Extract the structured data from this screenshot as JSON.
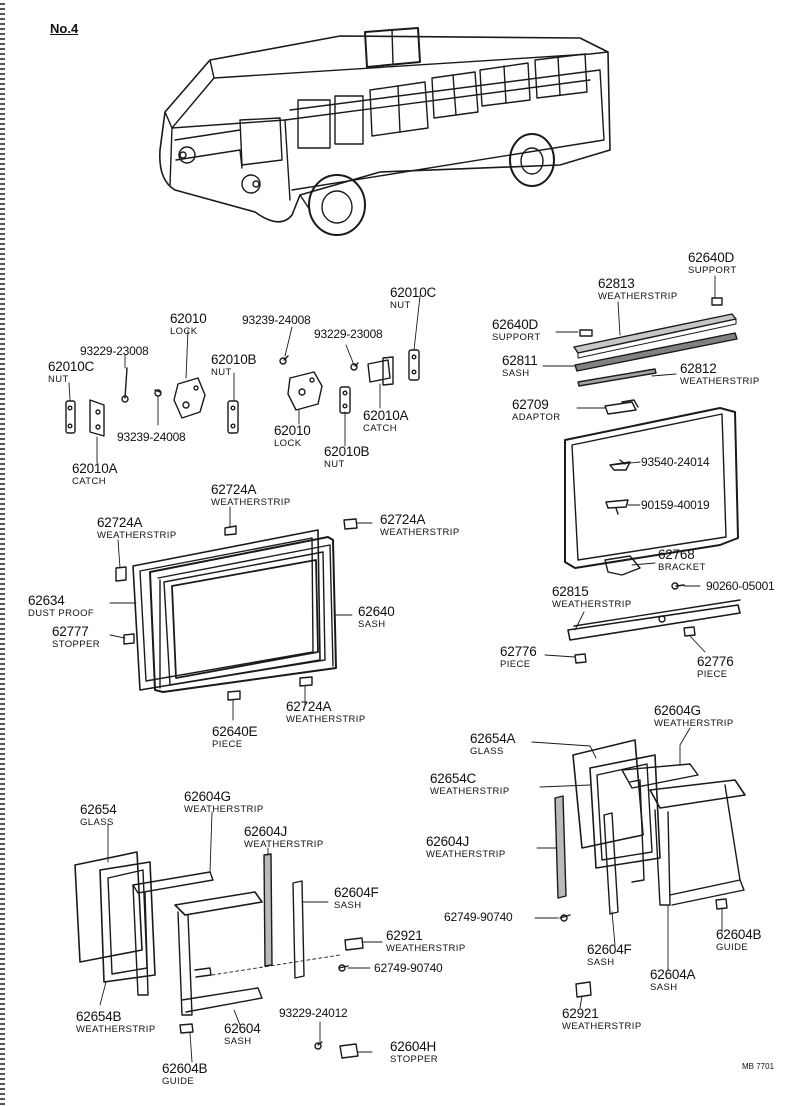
{
  "page": {
    "title": "No.4",
    "code": "MB 7701"
  },
  "parts": [
    {
      "id": "p62640D_r",
      "part": "62640D",
      "name": "SUPPORT"
    },
    {
      "id": "p62813",
      "part": "62813",
      "name": "WEATHERSTRIP"
    },
    {
      "id": "p62640D_l",
      "part": "62640D",
      "name": "SUPPORT"
    },
    {
      "id": "p62811",
      "part": "62811",
      "name": "SASH"
    },
    {
      "id": "p62812",
      "part": "62812",
      "name": "WEATHERSTRIP"
    },
    {
      "id": "p62709",
      "part": "62709",
      "name": "ADAPTOR"
    },
    {
      "id": "p93540",
      "part": "93540-24014",
      "name": ""
    },
    {
      "id": "p90159",
      "part": "90159-40019",
      "name": ""
    },
    {
      "id": "p62768",
      "part": "62768",
      "name": "BRACKET"
    },
    {
      "id": "p90260",
      "part": "90260-05001",
      "name": ""
    },
    {
      "id": "p62815",
      "part": "62815",
      "name": "WEATHERSTRIP"
    },
    {
      "id": "p62776_l",
      "part": "62776",
      "name": "PIECE"
    },
    {
      "id": "p62776_r",
      "part": "62776",
      "name": "PIECE"
    },
    {
      "id": "p62010C_top",
      "part": "62010C",
      "name": "NUT"
    },
    {
      "id": "p62010_l",
      "part": "62010",
      "name": "LOCK"
    },
    {
      "id": "p93239_top",
      "part": "93239-24008",
      "name": ""
    },
    {
      "id": "p93229_r",
      "part": "93229-23008",
      "name": ""
    },
    {
      "id": "p93229_l",
      "part": "93229-23008",
      "name": ""
    },
    {
      "id": "p62010C_l",
      "part": "62010C",
      "name": "NUT"
    },
    {
      "id": "p62010B_l",
      "part": "62010B",
      "name": "NUT"
    },
    {
      "id": "p93239_bot",
      "part": "93239-24008",
      "name": ""
    },
    {
      "id": "p62010_r",
      "part": "62010",
      "name": "LOCK"
    },
    {
      "id": "p62010A_r",
      "part": "62010A",
      "name": "CATCH"
    },
    {
      "id": "p62010B_r",
      "part": "62010B",
      "name": "NUT"
    },
    {
      "id": "p62010A_l",
      "part": "62010A",
      "name": "CATCH"
    },
    {
      "id": "p62724A_t",
      "part": "62724A",
      "name": "WEATHERSTRIP"
    },
    {
      "id": "p62724A_l",
      "part": "62724A",
      "name": "WEATHERSTRIP"
    },
    {
      "id": "p62724A_r",
      "part": "62724A",
      "name": "WEATHERSTRIP"
    },
    {
      "id": "p62634",
      "part": "62634",
      "name": "DUST PROOF"
    },
    {
      "id": "p62640",
      "part": "62640",
      "name": "SASH"
    },
    {
      "id": "p62777",
      "part": "62777",
      "name": "STOPPER"
    },
    {
      "id": "p62640E",
      "part": "62640E",
      "name": "PIECE"
    },
    {
      "id": "p62724A_b",
      "part": "62724A",
      "name": "WEATHERSTRIP"
    },
    {
      "id": "p62604G_r",
      "part": "62604G",
      "name": "WEATHERSTRIP"
    },
    {
      "id": "p62654A",
      "part": "62654A",
      "name": "GLASS"
    },
    {
      "id": "p62654C",
      "part": "62654C",
      "name": "WEATHERSTRIP"
    },
    {
      "id": "p62604J_r",
      "part": "62604J",
      "name": "WEATHERSTRIP"
    },
    {
      "id": "p62749_r",
      "part": "62749-90740",
      "name": ""
    },
    {
      "id": "p62604F_r",
      "part": "62604F",
      "name": "SASH"
    },
    {
      "id": "p62604B_r",
      "part": "62604B",
      "name": "GUIDE"
    },
    {
      "id": "p62604A",
      "part": "62604A",
      "name": "SASH"
    },
    {
      "id": "p62921_r",
      "part": "62921",
      "name": "WEATHERSTRIP"
    },
    {
      "id": "p62654",
      "part": "62654",
      "name": "GLASS"
    },
    {
      "id": "p62604G_l",
      "part": "62604G",
      "name": "WEATHERSTRIP"
    },
    {
      "id": "p62604J_l",
      "part": "62604J",
      "name": "WEATHERSTRIP"
    },
    {
      "id": "p62604F_l",
      "part": "62604F",
      "name": "SASH"
    },
    {
      "id": "p62921_l",
      "part": "62921",
      "name": "WEATHERSTRIP"
    },
    {
      "id": "p62749_l",
      "part": "62749-90740",
      "name": ""
    },
    {
      "id": "p62654B",
      "part": "62654B",
      "name": "WEATHERSTRIP"
    },
    {
      "id": "p62604",
      "part": "62604",
      "name": "SASH"
    },
    {
      "id": "p93229_24012",
      "part": "93229-24012",
      "name": ""
    },
    {
      "id": "p62604H",
      "part": "62604H",
      "name": "STOPPER"
    },
    {
      "id": "p62604B_l",
      "part": "62604B",
      "name": "GUIDE"
    }
  ]
}
